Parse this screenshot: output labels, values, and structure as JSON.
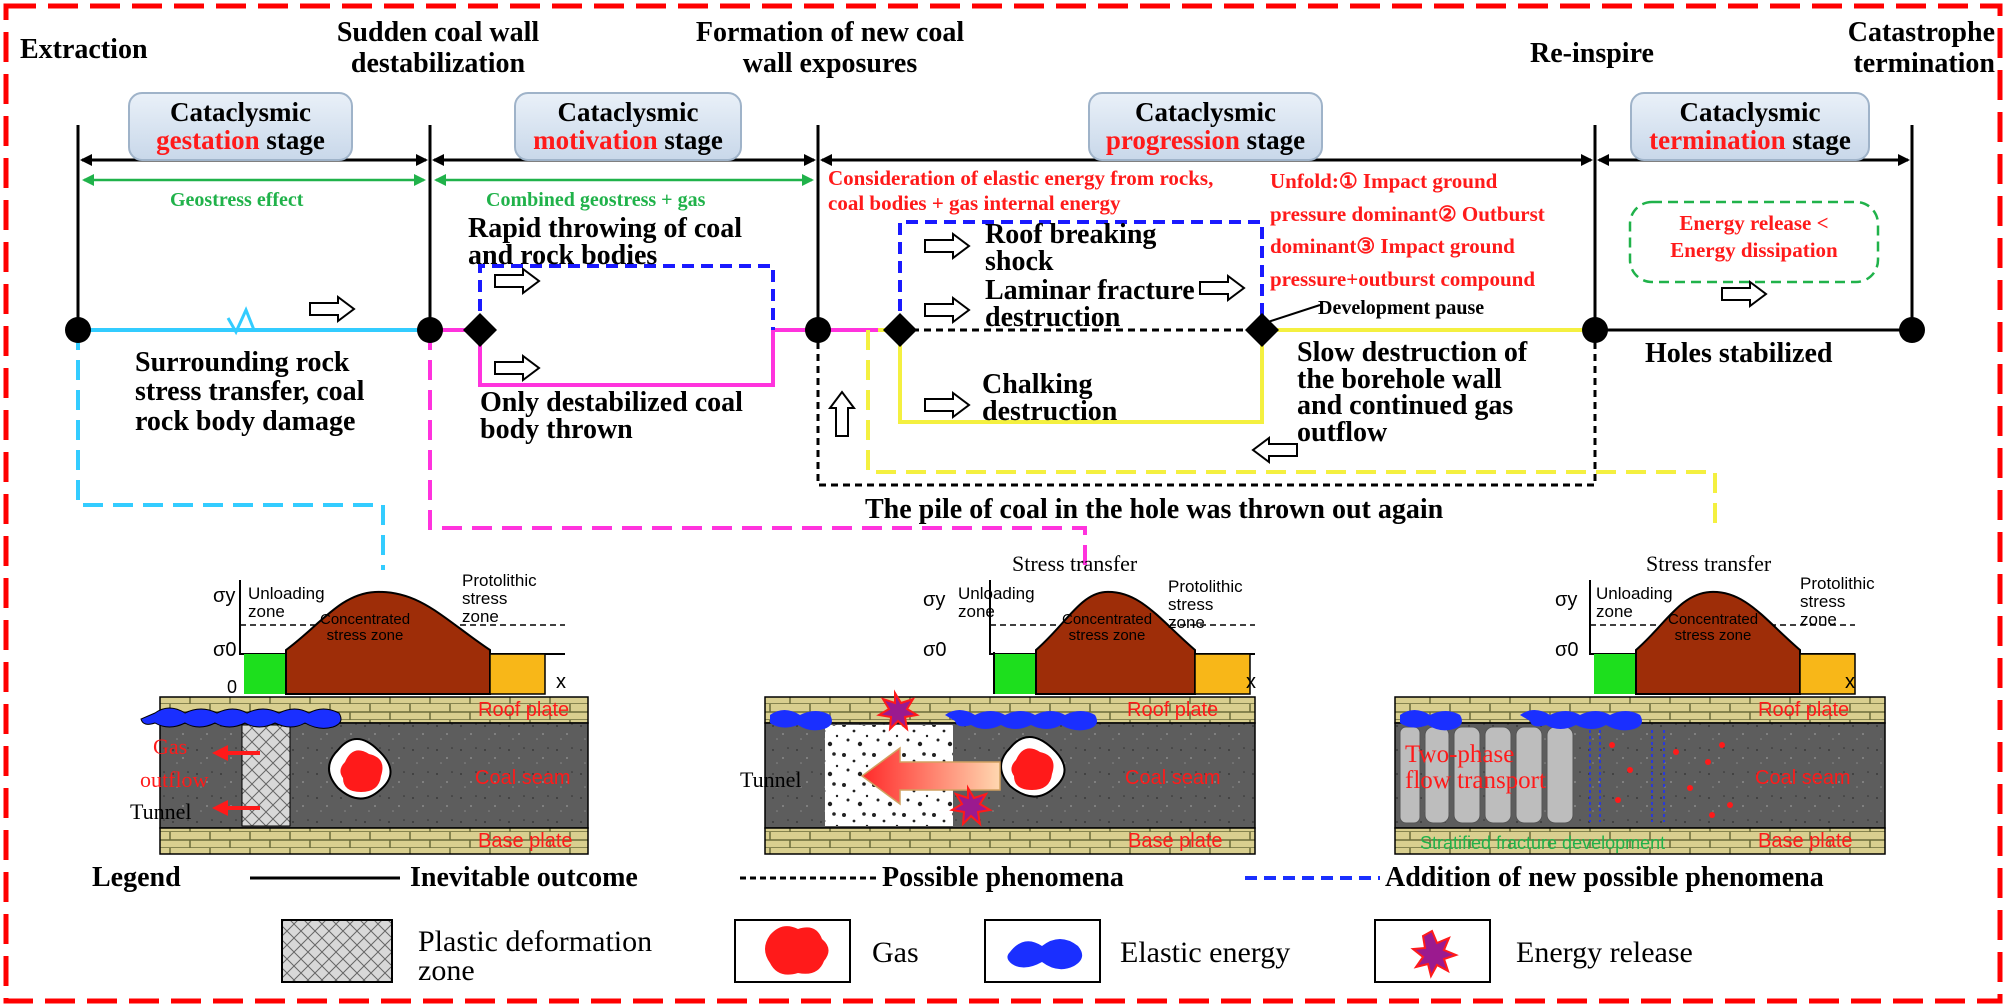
{
  "milestones": {
    "extraction": "Extraction",
    "sudden_wall": "Sudden coal wall destabilization",
    "new_wall": "Formation of new coal wall exposures",
    "reinspire": "Re-inspire",
    "termination": "Catastrophe termination"
  },
  "stages": [
    {
      "line1": "Cataclysmic",
      "word": "gestation",
      "suffix": " stage"
    },
    {
      "line1": "Cataclysmic",
      "word": "motivation",
      "suffix": " stage"
    },
    {
      "line1": "Cataclysmic",
      "word": "progression",
      "suffix": " stage"
    },
    {
      "line1": "Cataclysmic",
      "word": "termination",
      "suffix": " stage"
    }
  ],
  "effects": {
    "geostress": "Geostress effect",
    "combined": "Combined geostress + gas",
    "elastic_energy": "Consideration of elastic energy from rocks, coal bodies + gas internal energy",
    "unfold_line1": "Unfold:① Impact ground",
    "unfold_line2": "pressure dominant② Outburst",
    "unfold_line3": "dominant③ Impact ground",
    "unfold_line4": "pressure+outburst compound",
    "energy_release_line1": "Energy release <",
    "energy_release_line2": "Energy dissipation"
  },
  "phenomena": {
    "rapid_throwing_1": "Rapid throwing of coal",
    "rapid_throwing_2": "and rock bodies",
    "surrounding_1": "Surrounding rock",
    "surrounding_2": "stress transfer, coal",
    "surrounding_3": "rock body damage",
    "only_destab_1": "Only destabilized coal",
    "only_destab_2": "body thrown",
    "roof_breaking_1": "Roof breaking",
    "roof_breaking_2": "shock",
    "laminar_1": "Laminar fracture",
    "laminar_2": "destruction",
    "chalking_1": "Chalking",
    "chalking_2": "destruction",
    "development_pause": "Development pause",
    "slow_destruction_1": "Slow destruction of",
    "slow_destruction_2": "the borehole wall",
    "slow_destruction_3": "and continued gas",
    "slow_destruction_4": "outflow",
    "holes_stabilized": "Holes stabilized",
    "pile_thrown": "The pile of coal in the hole was thrown out again"
  },
  "panels": {
    "stress_transfer": "Stress transfer",
    "sigma_y": "σy",
    "sigma_0": "σ0",
    "origin": "0",
    "x_axis": "x",
    "unloading_1": "Unloading",
    "unloading_2": "zone",
    "concentrated_1": "Concentrated",
    "concentrated_2": "stress zone",
    "protolithic_1": "Protolithic",
    "protolithic_2": "stress",
    "protolithic_3": "zone",
    "roof": "Roof plate",
    "coal": "Coal seam",
    "base": "Base plate",
    "gas": "Gas",
    "outflow": "outflow",
    "tunnel": "Tunnel",
    "two_phase_1": "Two-phase",
    "two_phase_2": "flow transport",
    "stratified": "Stratified fracture development"
  },
  "legend": {
    "title": "Legend",
    "inevitable": "Inevitable outcome",
    "possible": "Possible phenomena",
    "new_possible": "Addition of new possible phenomena",
    "plastic_1": "Plastic deformation",
    "plastic_2": "zone",
    "gas": "Gas",
    "elastic": "Elastic energy",
    "energy_release": "Energy release"
  },
  "colors": {
    "frame": "#ff0000",
    "cyan": "#33ccff",
    "magenta": "#ff33dd",
    "blue": "#1a1aff",
    "yellow": "#f4f040",
    "green": "#20b24a",
    "red": "#ff1a1a"
  }
}
